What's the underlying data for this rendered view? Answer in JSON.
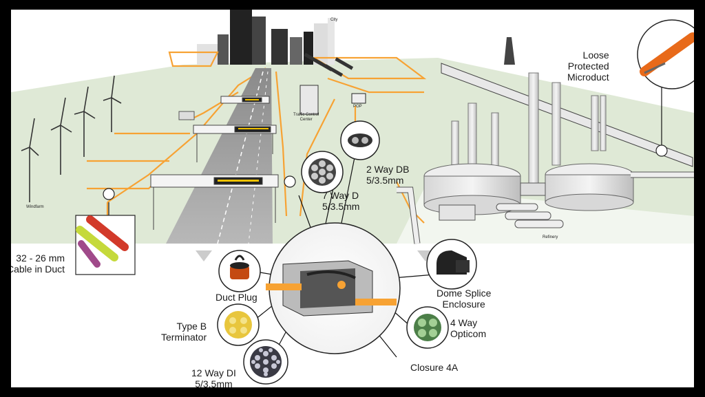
{
  "labels": {
    "loose_microduct": "Loose\nProtected\nMicroduct",
    "two_way_db": "2 Way DB\n5/3.5mm",
    "seven_way_d": "7 Way D\n5/3.5mm",
    "cable_in_duct": "32 - 26 mm\nCable in Duct",
    "duct_plug": "Duct Plug",
    "dome_splice": "Dome Splice\nEnclosure",
    "type_b_terminator": "Type B\nTerminator",
    "four_way_opticom": "4 Way\nOpticom",
    "closure_4a": "Closure 4A",
    "twelve_way_di": "12 Way DI\n5/3.5mm"
  },
  "small_labels": {
    "city": "City",
    "windfarm": "Windfarm",
    "traffic_control": "Traffic Control\nCenter",
    "pop": "POP",
    "refinery": "Refinery"
  },
  "colors": {
    "ground": "#dfe9d6",
    "orange_route": "#f7a233",
    "frame": "#000000"
  }
}
